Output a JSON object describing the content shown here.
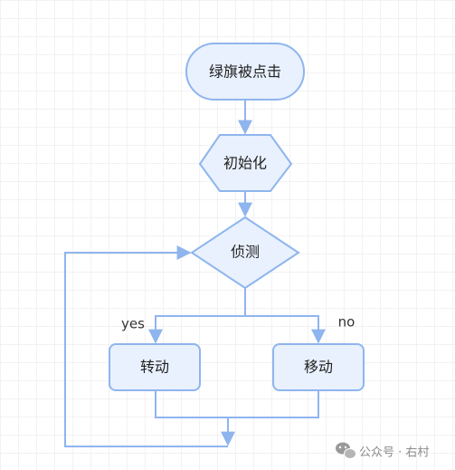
{
  "diagram": {
    "type": "flowchart",
    "nodes": {
      "start": "绿旗被点击",
      "init": "初始化",
      "detect": "侦测",
      "turn": "转动",
      "move": "移动"
    },
    "edges": {
      "yes": "yes",
      "no": "no"
    }
  },
  "watermark": {
    "text": "公众号 · 右村",
    "icon": "wechat-icon"
  },
  "colors": {
    "grid": "#e4e4e4",
    "node_fill": "#e8f1fd",
    "node_stroke": "#8fb5ee",
    "edge": "#8fb5ee"
  }
}
